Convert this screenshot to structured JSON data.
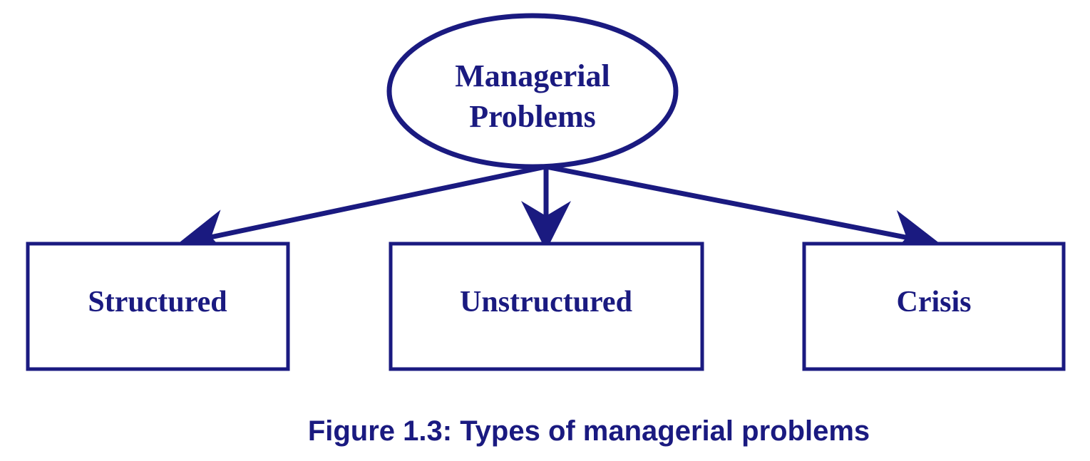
{
  "colors": {
    "ink": "#1a1a80",
    "background": "#ffffff"
  },
  "root": {
    "line1": "Managerial",
    "line2": "Problems"
  },
  "children": [
    {
      "label": "Structured"
    },
    {
      "label": "Unstructured"
    },
    {
      "label": "Crisis"
    }
  ],
  "caption": "Figure 1.3: Types of managerial problems"
}
